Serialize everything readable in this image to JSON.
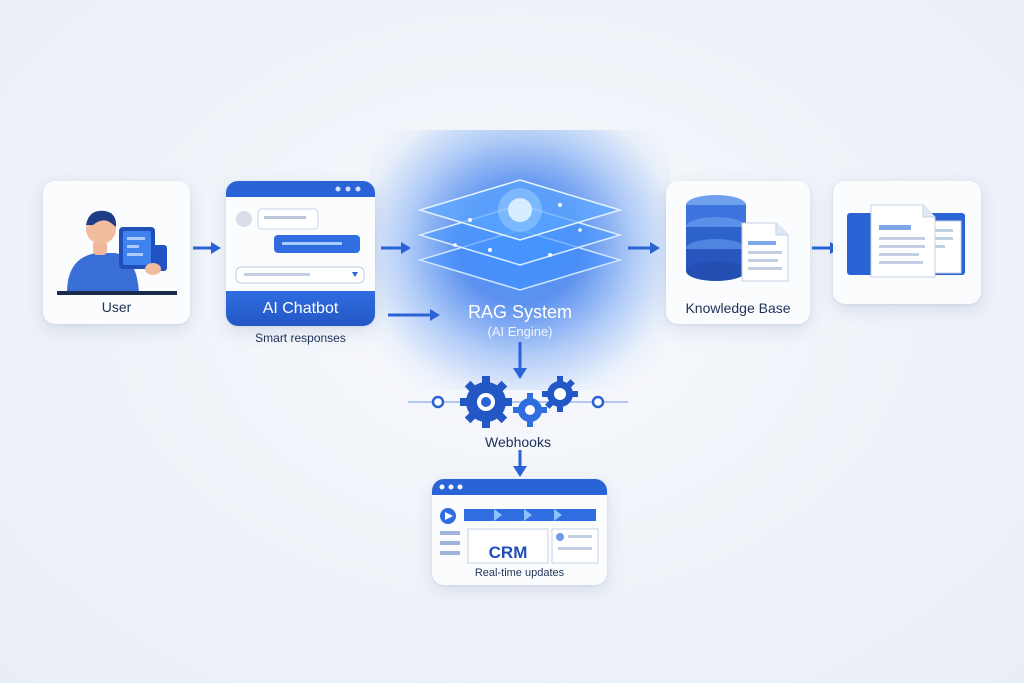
{
  "nodes": {
    "user": {
      "label": "User"
    },
    "chatbot": {
      "label": "AI Chatbot",
      "caption": "Smart responses"
    },
    "rag": {
      "title": "RAG System",
      "subtitle": "(AI Engine)"
    },
    "knowledge": {
      "label": "Knowledge Base"
    },
    "webhooks": {
      "label": "Webhooks"
    },
    "crm": {
      "title": "CRM",
      "caption": "Real-time updates"
    }
  },
  "colors": {
    "accent": "#2a63d6",
    "accent_dark": "#1f4fb8",
    "glow": "#3d8bff",
    "card_bg": "#fbfcfe",
    "text": "#1f3157"
  },
  "icons": [
    "user-with-tablet-icon",
    "chat-window-icon",
    "layered-ai-chip-icon",
    "database-icon",
    "document-icon",
    "gears-icon",
    "crm-dashboard-icon"
  ]
}
